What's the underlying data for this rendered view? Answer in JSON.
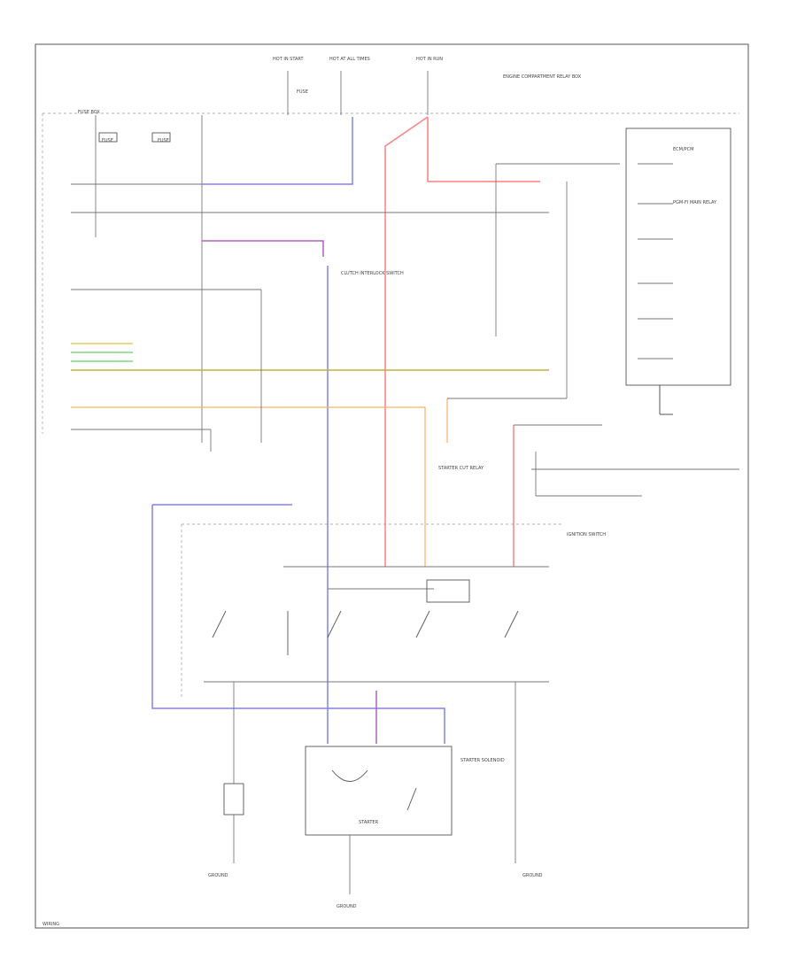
{
  "colors": {
    "blue_wire": "#8080ff",
    "red_wire": "#ff8080",
    "purple_wire": "#b060c0",
    "orange_wire": "#ffb060",
    "green_wire": "#60d060",
    "yellow_wire": "#e0c040",
    "olive_wire": "#c0b040",
    "line": "#777777"
  },
  "labels": {
    "hot_in_start": "HOT IN START",
    "hot_at_all_times": "HOT AT ALL TIMES",
    "hot_in_run": "HOT IN RUN",
    "fuse_left": "FUSE",
    "fuse_mid": "FUSE",
    "fuse_right": "FUSE",
    "engine_compartment": "ENGINE COMPARTMENT RELAY BOX",
    "fuse_box": "FUSE BOX",
    "starter_cut": "STARTER CUT RELAY",
    "clutch_switch": "CLUTCH INTERLOCK SWITCH",
    "ecm": "ECM/PCM",
    "pgm_fi": "PGM-FI MAIN RELAY",
    "ignition_switch": "IGNITION SWITCH",
    "starter": "STARTER",
    "starter_solenoid": "STARTER SOLENOID",
    "ground_left": "GROUND",
    "ground_mid": "GROUND",
    "ground_right": "GROUND",
    "footer": "WIRING"
  }
}
